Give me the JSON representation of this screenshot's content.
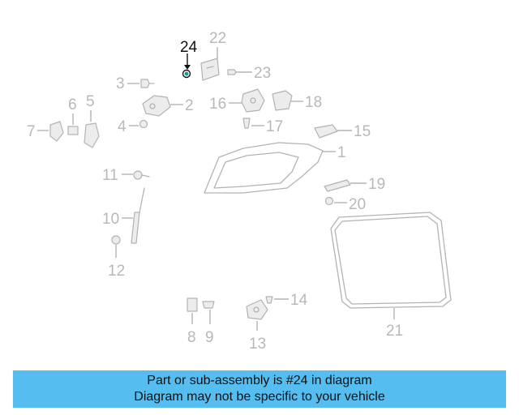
{
  "highlight_part": "24",
  "colors": {
    "banner": "#55bdf0",
    "highlight": "#0da0a0",
    "part": "#b3b3b3",
    "label": "#b8b8b8"
  },
  "labels": {
    "p1": "1",
    "p2": "2",
    "p3": "3",
    "p4": "4",
    "p5": "5",
    "p6": "6",
    "p7": "7",
    "p8": "8",
    "p9": "9",
    "p10": "10",
    "p11": "11",
    "p12": "12",
    "p13": "13",
    "p14": "14",
    "p15": "15",
    "p16": "16",
    "p17": "17",
    "p18": "18",
    "p19": "19",
    "p20": "20",
    "p21": "21",
    "p22": "22",
    "p23": "23",
    "p24": "24"
  },
  "banner": {
    "line1": "Part or sub-assembly is #24 in diagram",
    "line2": "Diagram may not be specific to your vehicle"
  }
}
